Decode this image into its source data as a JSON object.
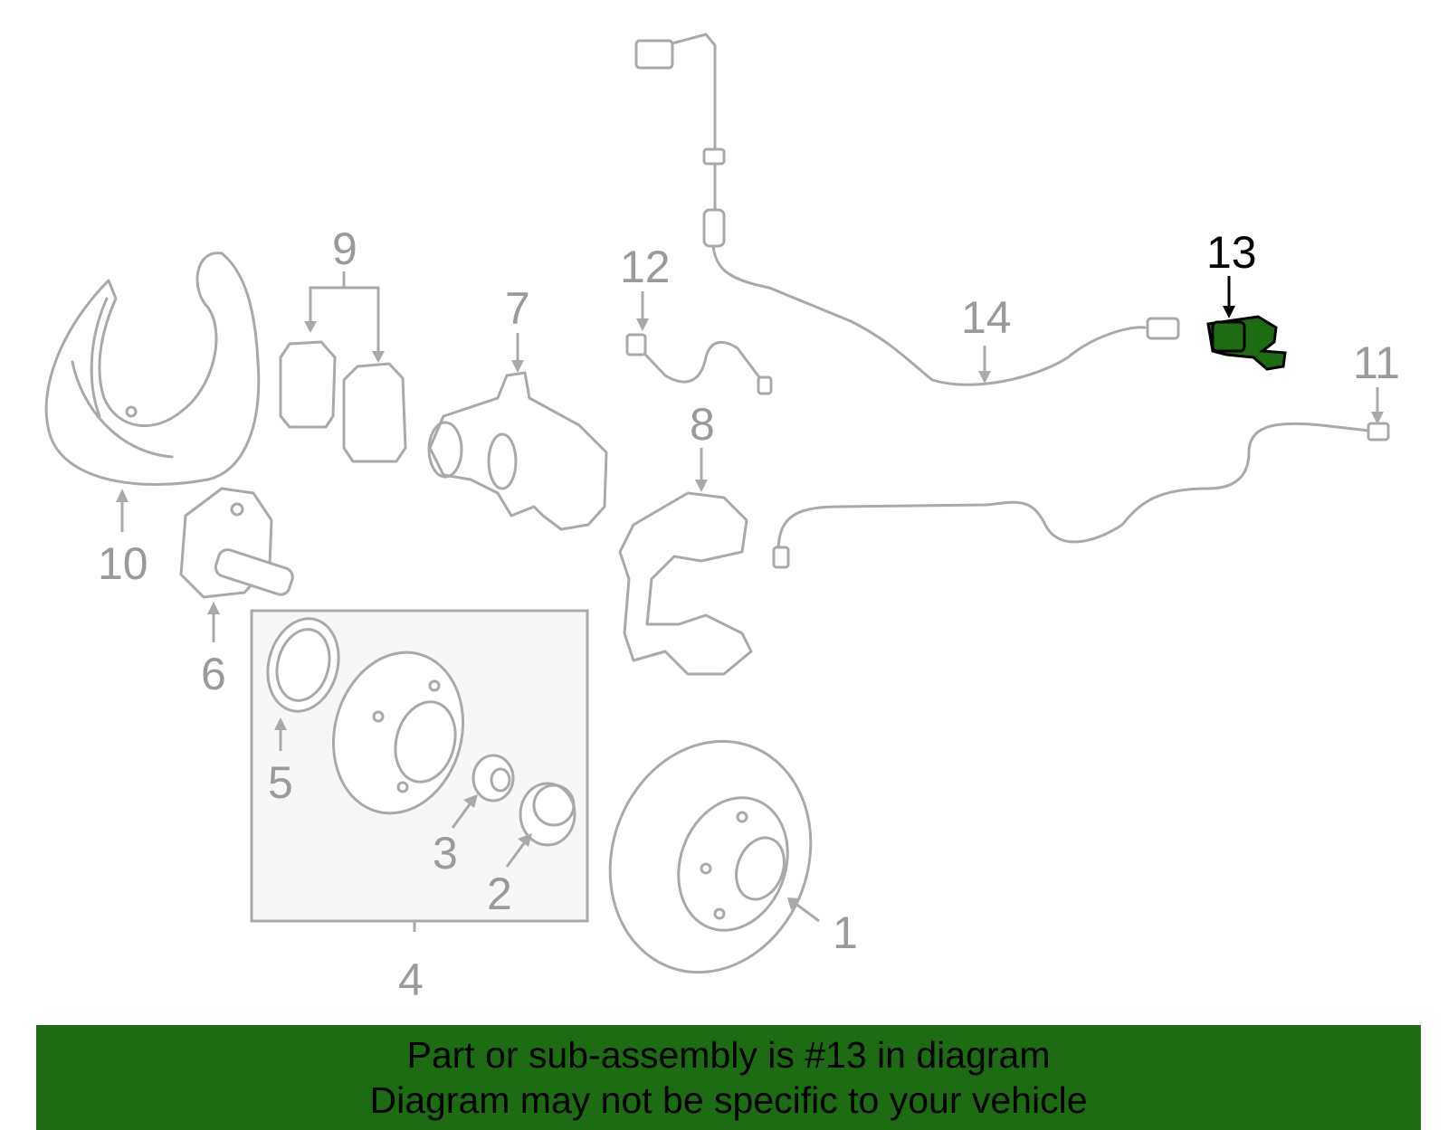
{
  "callouts": [
    {
      "id": "1",
      "text": "1"
    },
    {
      "id": "2",
      "text": "2"
    },
    {
      "id": "3",
      "text": "3"
    },
    {
      "id": "4",
      "text": "4"
    },
    {
      "id": "5",
      "text": "5"
    },
    {
      "id": "6",
      "text": "6"
    },
    {
      "id": "7",
      "text": "7"
    },
    {
      "id": "8",
      "text": "8"
    },
    {
      "id": "9",
      "text": "9"
    },
    {
      "id": "10",
      "text": "10"
    },
    {
      "id": "11",
      "text": "11"
    },
    {
      "id": "12",
      "text": "12"
    },
    {
      "id": "13",
      "text": "13"
    },
    {
      "id": "14",
      "text": "14"
    }
  ],
  "highlighted_part": "13",
  "colors": {
    "highlight": "#1d6b12",
    "line": "#a9a9a9",
    "label": "#9a9a9a",
    "banner": "#1d6b12"
  },
  "banner": {
    "line1": "Part or sub-assembly is #13 in diagram",
    "line2": "Diagram may not be specific to your vehicle"
  }
}
